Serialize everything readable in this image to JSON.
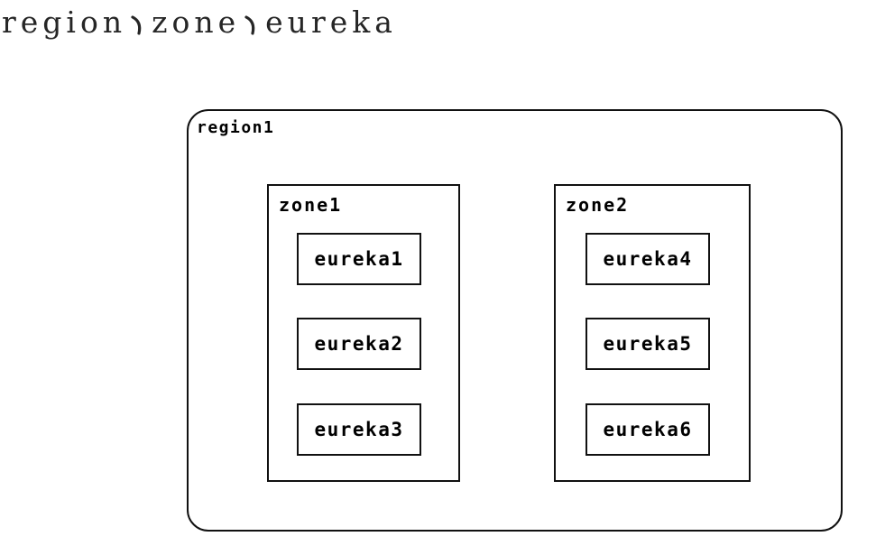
{
  "page": {
    "title_full": "region、zone、eureka",
    "title_parts": [
      "region",
      "zone",
      "eureka"
    ],
    "title_separator": "、"
  },
  "diagram": {
    "region": {
      "label": "region1",
      "zones": [
        {
          "label": "zone1",
          "nodes": [
            "eureka1",
            "eureka2",
            "eureka3"
          ]
        },
        {
          "label": "zone2",
          "nodes": [
            "eureka4",
            "eureka5",
            "eureka6"
          ]
        }
      ]
    },
    "colors": {
      "line": "#111111",
      "background": "#ffffff",
      "text": "#000000",
      "title_text": "#262626"
    }
  }
}
